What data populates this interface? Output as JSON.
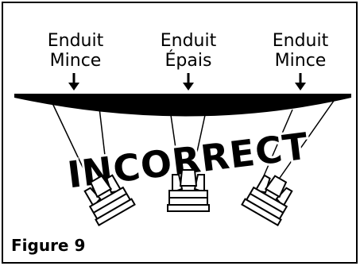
{
  "labels": [
    {
      "line1": "Enduit",
      "line2": "Mince"
    },
    {
      "line1": "Enduit",
      "line2": "Épais"
    },
    {
      "line1": "Enduit",
      "line2": "Mince"
    }
  ],
  "stamp": "INCORRECT",
  "caption": "Figure 9",
  "colors": {
    "ink": "#000000",
    "paper": "#ffffff"
  }
}
